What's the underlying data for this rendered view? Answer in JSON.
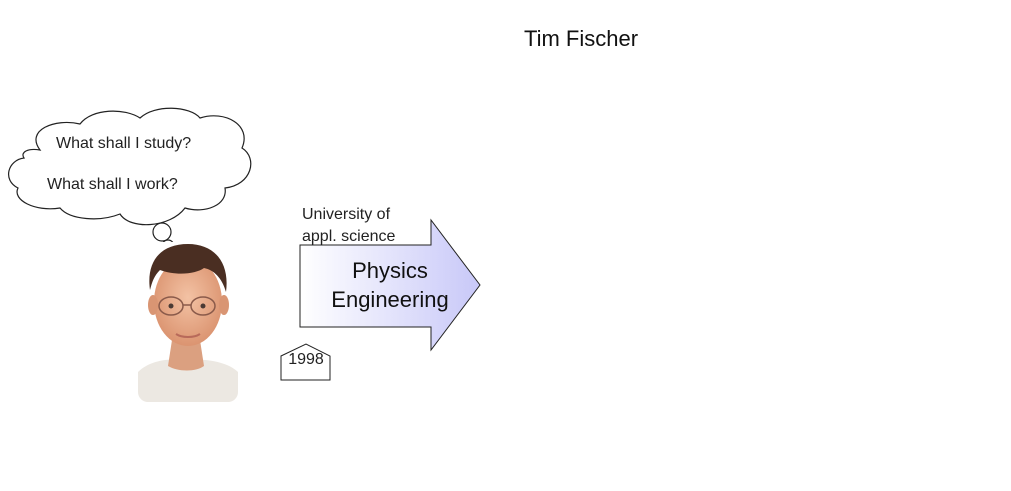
{
  "title": "Tim Fischer",
  "thought_bubble": {
    "lines": [
      "What shall I study?",
      "What shall I work?"
    ]
  },
  "portrait": {
    "description": "photo of young man with glasses"
  },
  "timeline": {
    "arrow": {
      "institution": "University of appl. science",
      "institution_lines": [
        "University of",
        "appl. science"
      ],
      "program_lines": [
        "Physics",
        "Engineering"
      ],
      "gradient_start": "#ffffff",
      "gradient_end": "#c8c8f8"
    },
    "year_marker": "1998"
  }
}
